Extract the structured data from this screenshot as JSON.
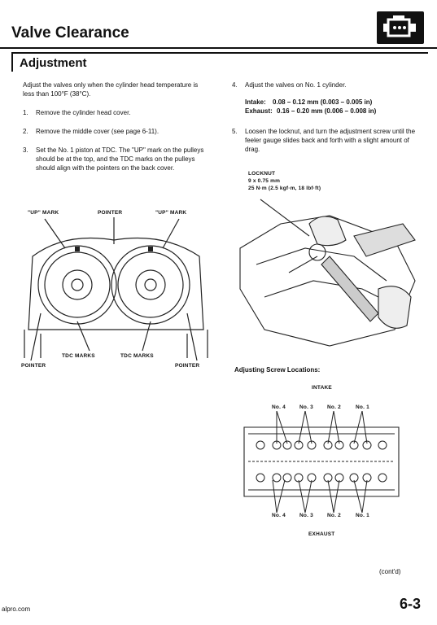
{
  "header": {
    "title": "Valve Clearance",
    "section": "Adjustment",
    "icon": "engine-icon"
  },
  "left": {
    "intro": "Adjust the valves only when the cylinder head temperature is less than 100°F (38°C).",
    "steps": [
      {
        "num": "1.",
        "text": "Remove the cylinder head cover."
      },
      {
        "num": "2.",
        "text": "Remove the middle cover (see page 6-11)."
      },
      {
        "num": "3.",
        "text": "Set the No. 1 piston at TDC. The \"UP\" mark on the pulleys should be at the top, and the TDC marks on the pulleys should align with the pointers on the back cover."
      }
    ],
    "figure": {
      "up_mark_left": "\"UP\" MARK",
      "pointer_top": "POINTER",
      "up_mark_right": "\"UP\" MARK",
      "tdc_marks_left": "TDC MARKS",
      "tdc_marks_right": "TDC MARKS",
      "pointer_left": "POINTER",
      "pointer_right": "POINTER"
    }
  },
  "right": {
    "step4": {
      "num": "4.",
      "text": "Adjust the valves on No. 1 cylinder."
    },
    "intake": {
      "label": "Intake:",
      "value": "0.08 – 0.12 mm (0.003 – 0.005 in)"
    },
    "exhaust": {
      "label": "Exhaust:",
      "value": "0.16 – 0.20 mm (0.006 – 0.008 in)"
    },
    "step5": {
      "num": "5.",
      "text": "Loosen the locknut, and turn the adjustment screw until the feeler gauge slides back and forth with a slight amount of drag."
    },
    "locknut": {
      "title": "LOCKNUT",
      "size": "9 x 0.75 mm",
      "torque": "25 N·m (2.5 kgf·m, 18 lbf·ft)"
    },
    "screw_locations": {
      "title": "Adjusting Screw Locations:",
      "intake": "INTAKE",
      "exhaust": "EXHAUST",
      "top_labels": [
        "No. 4",
        "No. 3",
        "No. 2",
        "No. 1"
      ],
      "bottom_labels": [
        "No. 4",
        "No. 3",
        "No. 2",
        "No. 1"
      ]
    }
  },
  "footer": {
    "contd": "(cont'd)",
    "page": "6-3",
    "site": "alpro.com"
  }
}
